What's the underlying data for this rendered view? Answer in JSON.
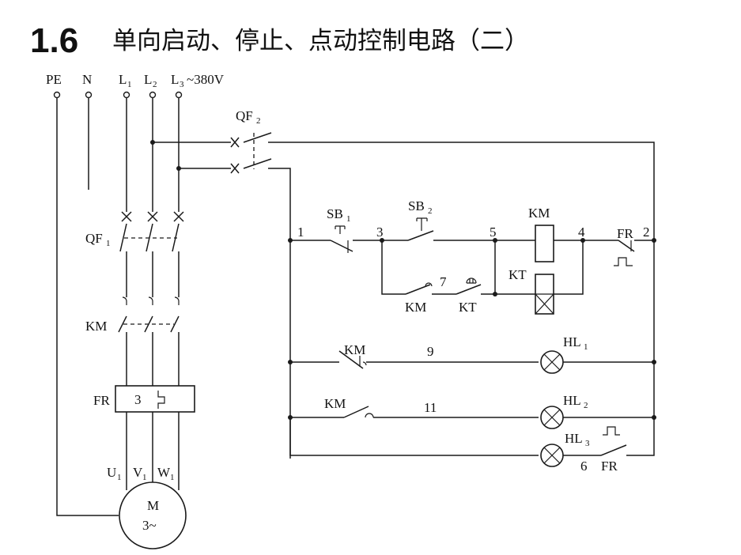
{
  "title": {
    "number": "1.6",
    "text": "单向启动、停止、点动控制电路（二）"
  },
  "supply": {
    "pe": "PE",
    "n": "N",
    "l1": "L",
    "l2": "L",
    "l3": "L",
    "l1_sub": "1",
    "l2_sub": "2",
    "l3_sub": "3",
    "voltage": "~380V"
  },
  "components": {
    "qf1": "QF",
    "qf1_sub": "1",
    "qf2": "QF",
    "qf2_sub": "2",
    "km_main": "KM",
    "fr_main": "FR",
    "fr_box_number": "3",
    "motor_letter": "M",
    "motor_phase": "3~",
    "u": "U",
    "v": "V",
    "w": "W",
    "uvw_sub": "1",
    "sb1": "SB",
    "sb1_sub": "1",
    "sb2": "SB",
    "sb2_sub": "2",
    "km_coil": "KM",
    "kt_coil": "KT",
    "km_aux": "KM",
    "kt_contact": "KT",
    "fr_nc": "FR",
    "km_nc": "KM",
    "km_no": "KM",
    "hl1": "HL",
    "hl1_sub": "1",
    "hl2": "HL",
    "hl2_sub": "2",
    "hl3": "HL",
    "hl3_sub": "3",
    "fr_no": "FR"
  },
  "nodes": {
    "n1": "1",
    "n2": "2",
    "n3": "3",
    "n4": "4",
    "n5": "5",
    "n6": "6",
    "n7": "7",
    "n9": "9",
    "n11": "11"
  }
}
